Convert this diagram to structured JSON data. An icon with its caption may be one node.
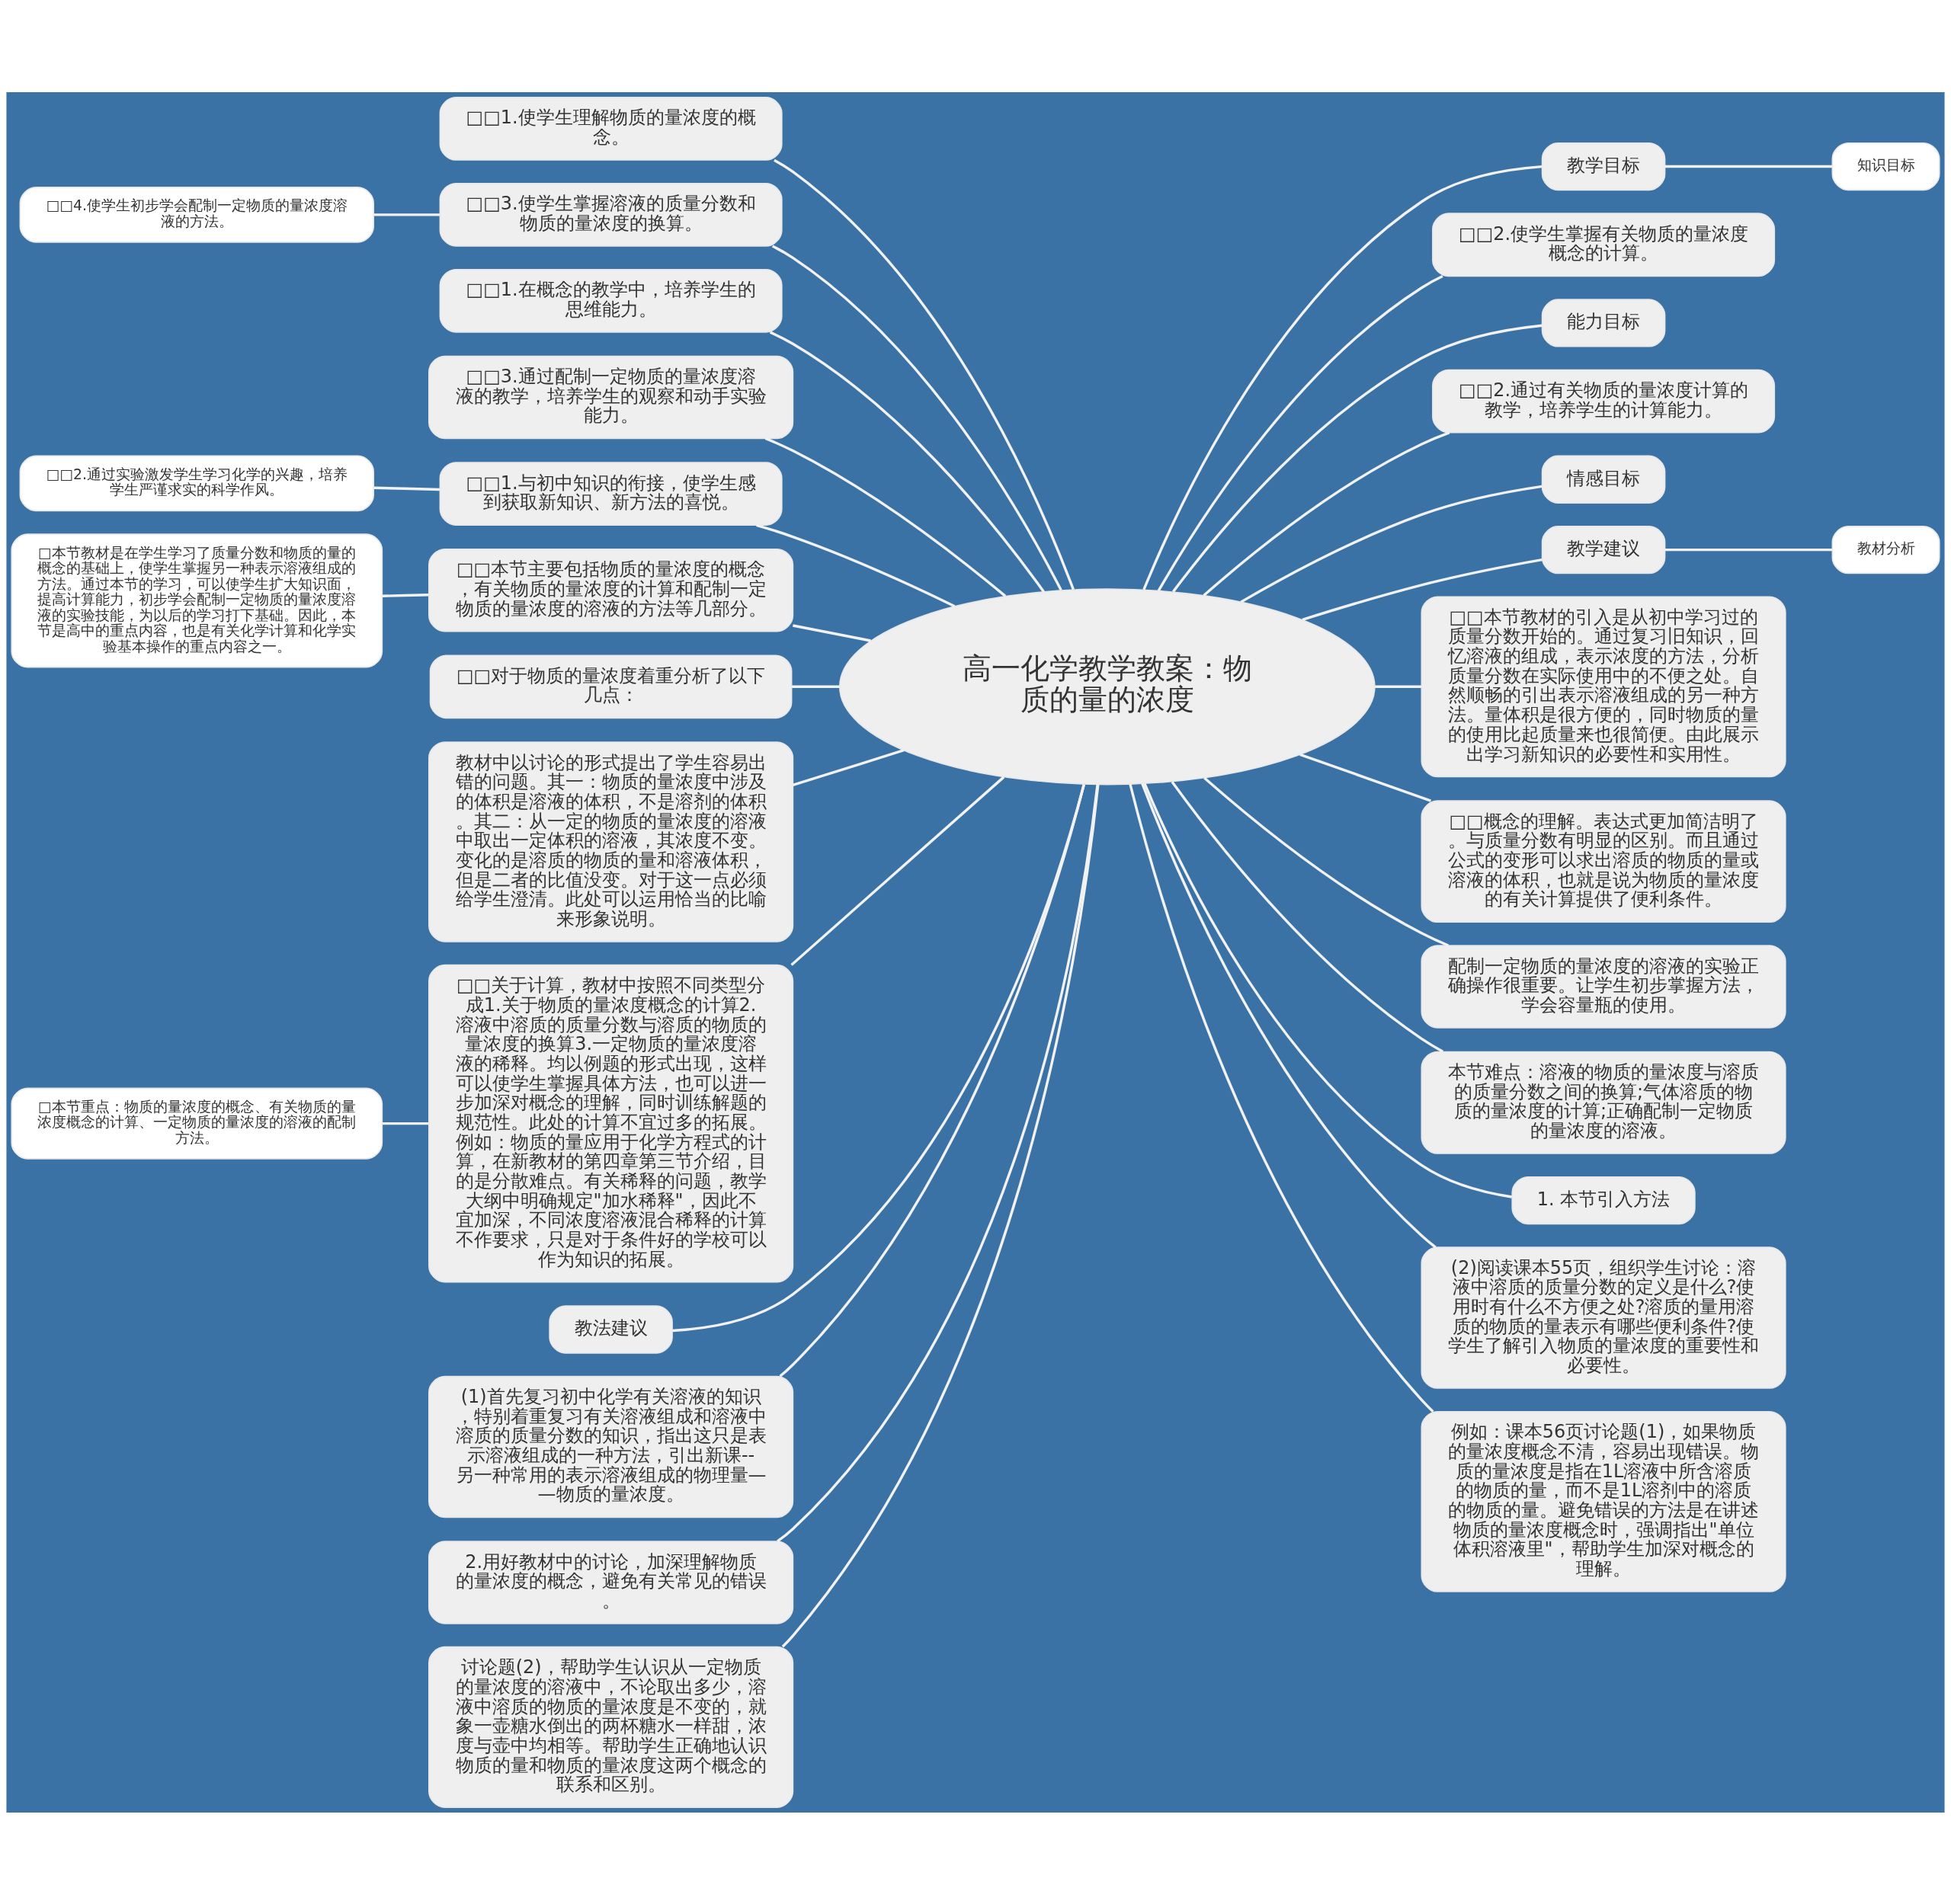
{
  "diagram": {
    "nodes": [
      {
        "text": [
          "高一化学教学教案：物质的量的浓度"
        ]
      },
      {
        "text": [
          "□□1.使学生理解物质的量浓度的概念。"
        ]
      },
      {
        "text": [
          "□□3.使学生掌握溶液的质量分数和物质的量浓度的换算。"
        ]
      },
      {
        "text": [
          "□□4.使学生初步学会配制一定物质的量浓度溶液的方法。"
        ]
      },
      {
        "text": [
          "□□1.在概念的教学中，培养学生的思维能力。"
        ]
      },
      {
        "text": [
          "□□3.通过配制一定物质的量浓度溶液的教学，培养学生的观察和动手实验能力。"
        ]
      },
      {
        "text": [
          "□□1.与初中知识的衔接，使学生感到获取新知识、新方法的喜悦。"
        ]
      },
      {
        "text": [
          "□□2.通过实验激发学生学习化学的兴趣，培养学生严谨求实的科学作风。"
        ]
      },
      {
        "text": [
          "□□本节主要包括物质的量浓度的概念，有关物质的量浓度的计算和配制一定物质的量浓度的溶液的方法等几部分。"
        ]
      },
      {
        "text": [
          "□本节教材是在学生学习了质量分数和物质的量的概念的基础上，使学生掌握另一种表示溶液组成的方法。通过本节的学习，可以使学生扩大知识面，提高计算能力，初步学会配制一定物质的量浓度溶液的实验技能，为以后的学习打下基础。因此，本节是高中的重点内容，也是有关化学计算和化学实验基本操作的重点内容之一。"
        ]
      },
      {
        "text": [
          "□□对于物质的量浓度着重分析了以下几点："
        ]
      },
      {
        "text": [
          "教材中以讨论的形式提出了学生容易出错的问题。其一：物质的量浓度中涉及的体积是溶液的体积，不是溶剂的体积。其二：从一定的物质的量浓度的溶液中取出一定体积的溶液，其浓度不变。变化的是溶质的物质的量和溶液体积，但是二者的比值没变。对于这一点必须给学生澄清。此处可以运用恰当的比喻来形象说明。"
        ]
      },
      {
        "text": [
          "□□关于计算，教材中按照不同类型分成1.关于物质的量浓度概念的计算2.溶液中溶质的质量分数与溶质的物质的量浓度的换算3.一定物质的量浓度溶液的稀释。均以例题的形式出现，这样可以使学生掌握具体方法，也可以进一步加深对概念的理解，同时训练解题的规范性。此处的计算不宜过多的拓展。例如：物质的量应用于化学方程式的计算，在新教材的第四章第三节介绍，目的是分散难点。有关稀释的问题，教学大纲中明确规定\"加水稀释\"，因此不宜加深，不同浓度溶液混合稀释的计算不作要求，只是对于条件好的学校可以作为知识的拓展。"
        ]
      },
      {
        "text": [
          "□本节重点：物质的量浓度的概念、有关物质的量浓度概念的计算、一定物质的量浓度的溶液的配制方法。"
        ]
      },
      {
        "text": [
          "教法建议"
        ]
      },
      {
        "text": [
          "(1)首先复习初中化学有关溶液的知识，特别着重复习有关溶液组成和溶液中溶质的质量分数的知识，指出这只是表示溶液组成的一种方法，引出新课--另一种常用的表示溶液组成的物理量——物质的量浓度。"
        ]
      },
      {
        "text": [
          "2.用好教材中的讨论，加深理解物质的量浓度的概念，避免有关常见的错误。"
        ]
      },
      {
        "text": [
          "讨论题(2)，帮助学生认识从一定物质的量浓度的溶液中，不论取出多少，溶液中溶质的物质的量浓度是不变的，就象一壶糖水倒出的两杯糖水一样甜，浓度与壶中均相等。帮助学生正确地认识物质的量和物质的量浓度这两个概念的联系和区别。"
        ]
      },
      {
        "text": [
          "教学目标"
        ]
      },
      {
        "text": [
          "知识目标"
        ]
      },
      {
        "text": [
          "□□2.使学生掌握有关物质的量浓度概念的计算。"
        ]
      },
      {
        "text": [
          "能力目标"
        ]
      },
      {
        "text": [
          "□□2.通过有关物质的量浓度计算的教学，培养学生的计算能力。"
        ]
      },
      {
        "text": [
          "情感目标"
        ]
      },
      {
        "text": [
          "教学建议"
        ]
      },
      {
        "text": [
          "教材分析"
        ]
      },
      {
        "text": [
          "□□本节教材的引入是从初中学习过的质量分数开始的。通过复习旧知识，回忆溶液的组成，表示浓度的方法，分析质量分数在实际使用中的不便之处。自然顺畅的引出表示溶液组成的另一种方法。量体积是很方便的，同时物质的量的使用比起质量来也很简便。由此展示出学习新知识的必要性和实用性。"
        ]
      },
      {
        "text": [
          "□□概念的理解。表达式更加简洁明了。与质量分数有明显的区别。而且通过公式的变形可以求出溶质的物质的量或溶液的体积，也就是说为物质的量浓度的有关计算提供了便利条件。"
        ]
      },
      {
        "text": [
          "配制一定物质的量浓度的溶液的实验正确操作很重要。让学生初步掌握方法，学会容量瓶的使用。"
        ]
      },
      {
        "text": [
          "本节难点：溶液的物质的量浓度与溶质的质量分数之间的换算;气体溶质的物质的量浓度的计算;正确配制一定物质的量浓度的溶液。"
        ]
      },
      {
        "text": [
          "1. 本节引入方法"
        ]
      },
      {
        "text": [
          "(2)阅读课本55页，组织学生讨论：溶液中溶质的质量分数的定义是什么?使用时有什么不方便之处?溶质的量用溶质的物质的量表示有哪些便利条件?使学生了解引入物质的量浓度的重要性和必要性。"
        ]
      },
      {
        "text": [
          "例如：课本56页讨论题(1)，如果物质的量浓度概念不清，容易出现错误。物质的量浓度是指在1L溶液中所含溶质的物质的量，而不是1L溶剂中的溶质的物质的量。避免错误的方法是在讲述物质的量浓度概念时，强调指出\"单位体积溶液里\"，帮助学生加深对概念的理解。"
        ]
      }
    ],
    "edges": [
      {
        "from": 0,
        "to": 1,
        "arrow": "none"
      },
      {
        "from": 0,
        "to": 2,
        "arrow": "none"
      },
      {
        "from": 2,
        "to": 3,
        "arrow": "none"
      },
      {
        "from": 0,
        "to": 4,
        "arrow": "none"
      },
      {
        "from": 0,
        "to": 5,
        "arrow": "none"
      },
      {
        "from": 0,
        "to": 6,
        "arrow": "none"
      },
      {
        "from": 6,
        "to": 7,
        "arrow": "none"
      },
      {
        "from": 0,
        "to": 8,
        "arrow": "none"
      },
      {
        "from": 8,
        "to": 9,
        "arrow": "none"
      },
      {
        "from": 0,
        "to": 10,
        "arrow": "none"
      },
      {
        "from": 0,
        "to": 11,
        "arrow": "none"
      },
      {
        "from": 0,
        "to": 12,
        "arrow": "none"
      },
      {
        "from": 12,
        "to": 13,
        "arrow": "none"
      },
      {
        "from": 0,
        "to": 14,
        "arrow": "none"
      },
      {
        "from": 0,
        "to": 15,
        "arrow": "none"
      },
      {
        "from": 0,
        "to": 16,
        "arrow": "none"
      },
      {
        "from": 0,
        "to": 17,
        "arrow": "none"
      },
      {
        "from": 0,
        "to": 18,
        "arrow": "none"
      },
      {
        "from": 18,
        "to": 19,
        "arrow": "none"
      },
      {
        "from": 0,
        "to": 20,
        "arrow": "none"
      },
      {
        "from": 0,
        "to": 21,
        "arrow": "none"
      },
      {
        "from": 0,
        "to": 22,
        "arrow": "none"
      },
      {
        "from": 0,
        "to": 23,
        "arrow": "none"
      },
      {
        "from": 0,
        "to": 24,
        "arrow": "none"
      },
      {
        "from": 24,
        "to": 25,
        "arrow": "none"
      },
      {
        "from": 0,
        "to": 26,
        "arrow": "none"
      },
      {
        "from": 0,
        "to": 27,
        "arrow": "none"
      },
      {
        "from": 0,
        "to": 28,
        "arrow": "none"
      },
      {
        "from": 0,
        "to": 29,
        "arrow": "none"
      },
      {
        "from": 0,
        "to": 30,
        "arrow": "none"
      },
      {
        "from": 0,
        "to": 31,
        "arrow": "none"
      },
      {
        "from": 0,
        "to": 32,
        "arrow": "none"
      }
    ]
  }
}
